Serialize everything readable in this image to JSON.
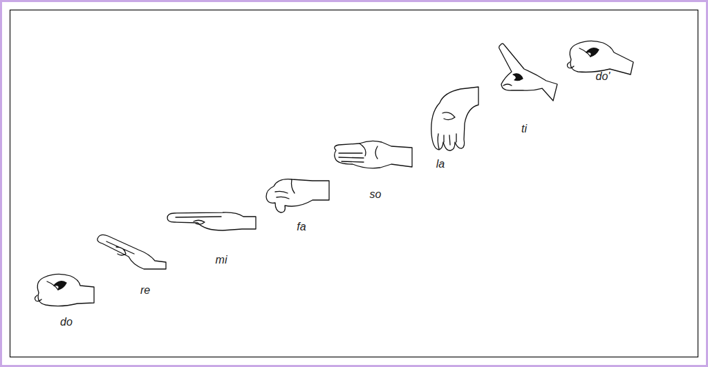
{
  "diagram": {
    "labels": [
      "do",
      "re",
      "mi",
      "fa",
      "so",
      "la",
      "ti",
      "do'"
    ]
  }
}
